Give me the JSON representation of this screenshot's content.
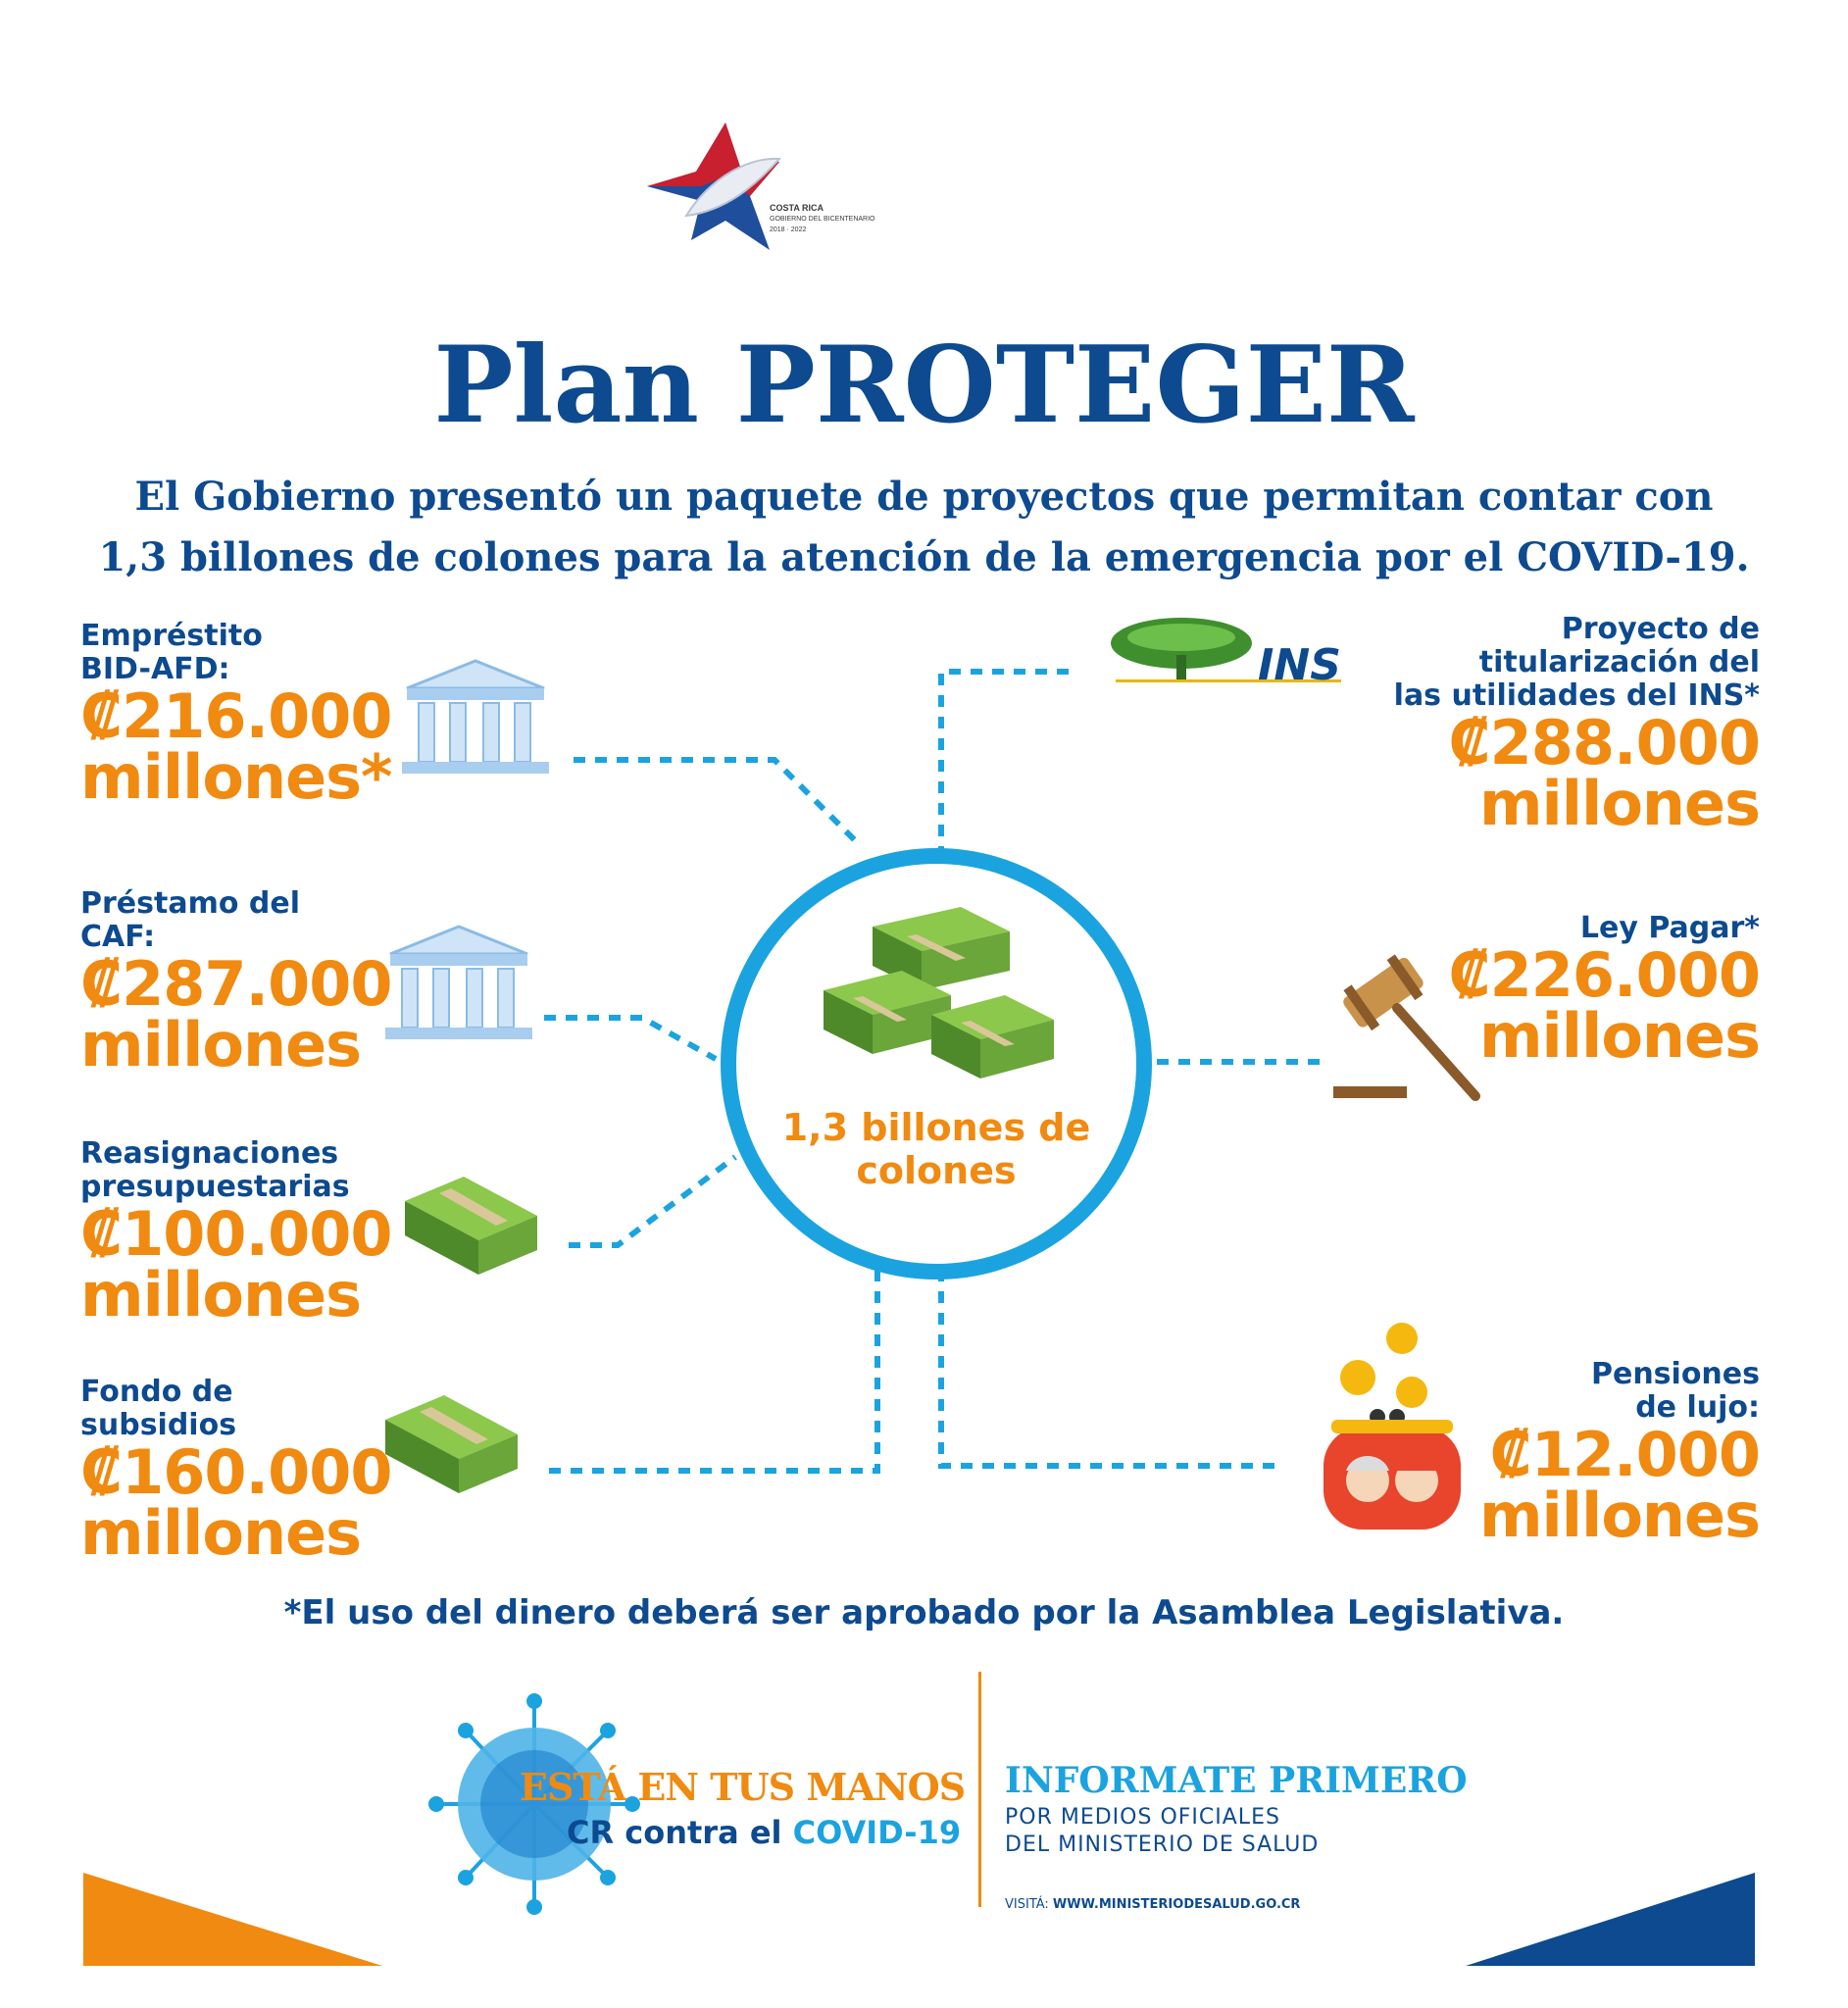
{
  "header": {
    "logo": {
      "line1": "COSTA RICA",
      "line2": "GOBIERNO DEL BICENTENARIO",
      "line3": "2018 · 2022"
    },
    "title": "Plan PROTEGER",
    "subtitle_line1": "El Gobierno presentó un paquete de proyectos que permitan contar con",
    "subtitle_line2": "1,3 billones de colones para la atención de la emergencia por el COVID-19."
  },
  "center": {
    "line1": "1,3 billones de",
    "line2": "colones"
  },
  "left_items": [
    {
      "label_line1": "Empréstito",
      "label_line2": "BID-AFD:",
      "amount": "₡216.000",
      "unit": "millones*",
      "icon": "bank-building-icon"
    },
    {
      "label_line1": "Préstamo del",
      "label_line2": "CAF:",
      "amount": "₡287.000",
      "unit": "millones",
      "icon": "bank-building-icon"
    },
    {
      "label_line1": "Reasignaciones",
      "label_line2": "presupuestarias",
      "amount": "₡100.000",
      "unit": "millones",
      "icon": "money-stack-icon"
    },
    {
      "label_line1": "Fondo de",
      "label_line2": "subsidios",
      "amount": "₡160.000",
      "unit": "millones",
      "icon": "money-stack-icon"
    }
  ],
  "right_items": [
    {
      "label_line1": "Proyecto  de",
      "label_line2": "titularización del",
      "label_line3": "las utilidades del INS*",
      "amount": "₡288.000",
      "unit": "millones",
      "icon": "ins-tree-logo",
      "logo_text": "INS"
    },
    {
      "label_line1": "Ley Pagar*",
      "amount": "₡226.000",
      "unit": "millones",
      "icon": "gavel-icon"
    },
    {
      "label_line1": "Pensiones",
      "label_line2": "de lujo:",
      "amount": "₡12.000",
      "unit": "millones",
      "icon": "coin-purse-icon"
    }
  ],
  "footnote": "*El uso del dinero deberá  ser aprobado por la Asamblea Legislativa.",
  "footer": {
    "campaign_line1": "ESTÁ EN TUS MANOS",
    "campaign_cr": "CR",
    "campaign_mid": " contra el ",
    "campaign_covid": "COVID-19",
    "info_title": "INFORMATE PRIMERO",
    "info_line1": "POR MEDIOS OFICIALES",
    "info_line2": "DEL MINISTERIO DE SALUD",
    "visit_label": "VISITÁ: ",
    "visit_url": "WWW.MINISTERIODESALUD.GO.CR"
  },
  "colors": {
    "navy": "#0d4a8f",
    "orange": "#f08a10",
    "light_blue": "#1ba3e0",
    "money_green": "#6aa63a"
  }
}
